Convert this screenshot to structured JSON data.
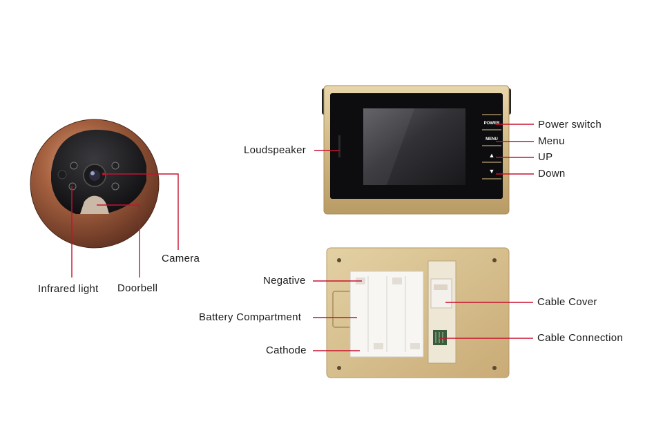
{
  "callouts": {
    "camera": "Camera",
    "infrared_light": "Infrared light",
    "doorbell": "Doorbell",
    "loudspeaker": "Loudspeaker",
    "power_switch": "Power switch",
    "menu": "Menu",
    "up": "UP",
    "down": "Down",
    "negative": "Negative",
    "battery_compartment": "Battery Compartment",
    "cathode": "Cathode",
    "cable_cover": "Cable Cover",
    "cable_connection": "Cable Connection"
  },
  "device_buttons": {
    "power": "POWER",
    "menu": "MENU",
    "up": "▲",
    "down": "▼"
  },
  "colors": {
    "leader_line": "#c8102e",
    "gold_frame": "#d4bd8a",
    "bronze": "#9a5a3c"
  }
}
